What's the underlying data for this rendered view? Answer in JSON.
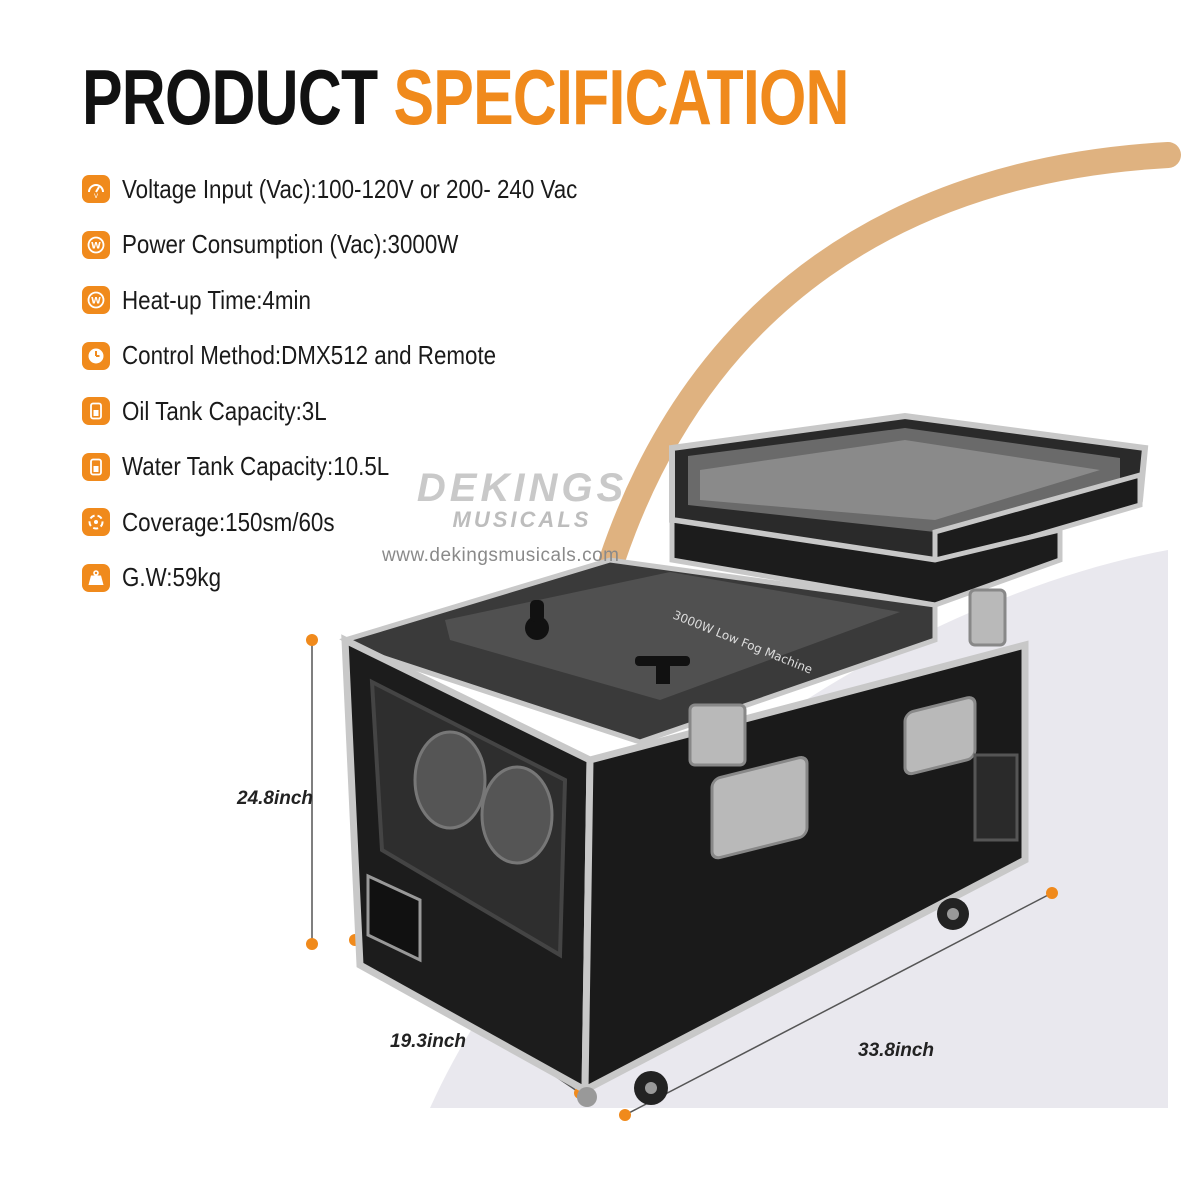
{
  "title": {
    "word1": "PRODUCT",
    "word2": "SPECIFICATION"
  },
  "specs": [
    {
      "icon": "voltage-gauge-icon",
      "text": "Voltage Input (Vac):100-120V or 200- 240 Vac"
    },
    {
      "icon": "power-w-icon",
      "text": "Power Consumption (Vac):3000W"
    },
    {
      "icon": "power-w-icon",
      "text": "Heat-up Time:4min"
    },
    {
      "icon": "clock-icon",
      "text": "Control Method:DMX512 and Remote"
    },
    {
      "icon": "tank-icon",
      "text": "Oil Tank Capacity:3L"
    },
    {
      "icon": "tank-icon",
      "text": "Water Tank Capacity:10.5L"
    },
    {
      "icon": "coverage-icon",
      "text": "Coverage:150sm/60s"
    },
    {
      "icon": "weight-icon",
      "text": "G.W:59kg"
    }
  ],
  "watermark": {
    "brand": "DEKINGS",
    "sub": "MUSICALS",
    "url": "www.dekingsmusicals.com"
  },
  "product": {
    "label": "3000W Low Fog Machine"
  },
  "dimensions": {
    "height": "24.8inch",
    "depth": "19.3inch",
    "width": "33.8inch"
  },
  "colors": {
    "accent": "#f08a1c",
    "text": "#1a1a1a",
    "case": "#1c1c1c",
    "trim": "#c8c8c8",
    "backdrop": "#e9e8ee"
  }
}
